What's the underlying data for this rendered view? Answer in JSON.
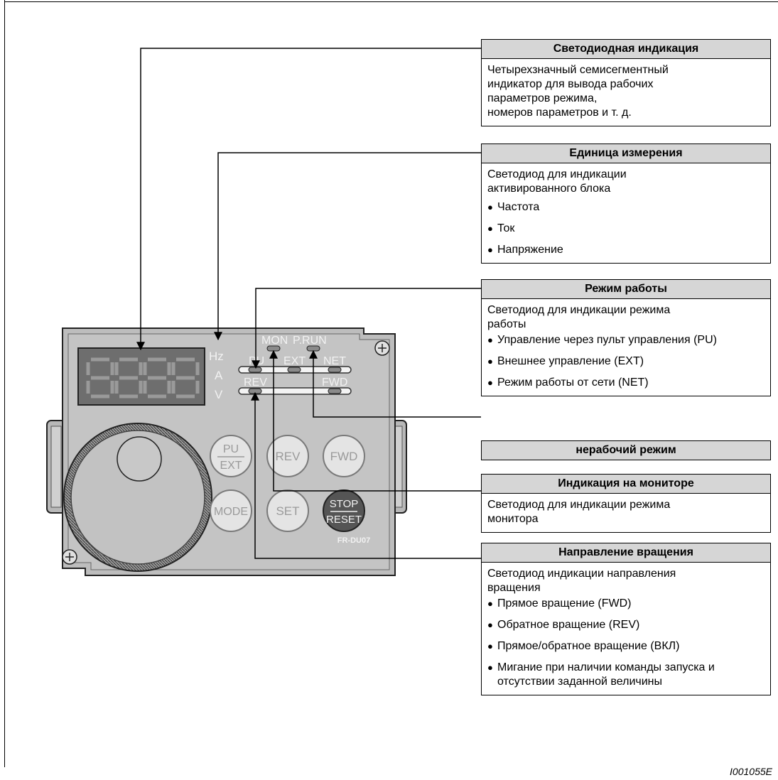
{
  "figure_id": "I001055E",
  "panel": {
    "units": [
      "Hz",
      "A",
      "V"
    ],
    "indicator_labels": [
      "MON",
      "P.RUN",
      "PU",
      "EXT",
      "NET",
      "REV",
      "FWD"
    ],
    "buttons": {
      "pu_ext_top": "PU",
      "pu_ext_bottom": "EXT",
      "rev": "REV",
      "fwd": "FWD",
      "mode": "MODE",
      "set": "SET",
      "stop_reset_top": "STOP",
      "stop_reset_bottom": "RESET"
    },
    "model": "FR-DU07"
  },
  "callouts": [
    {
      "title": "Светодиодная индикация",
      "lines": [
        "Четырехзначный семисегментный",
        "индикатор для вывода рабочих",
        "параметров режима,",
        "номеров параметров и т. д."
      ],
      "bullets": []
    },
    {
      "title": "Единица измерения",
      "lines": [
        "Светодиод для индикации",
        "активированного блока"
      ],
      "bullets": [
        "Частота",
        "Ток",
        "Напряжение"
      ]
    },
    {
      "title": "Режим работы",
      "lines": [
        "Светодиод для индикации режима",
        "работы"
      ],
      "bullets": [
        "Управление через пульт управления (PU)",
        "Внешнее управление (EXT)",
        "Режим работы от сети (NET)"
      ]
    },
    {
      "title": "нерабочий режим",
      "lines": [],
      "bullets": []
    },
    {
      "title": "Индикация на мониторе",
      "lines": [
        "Светодиод для индикации режима",
        "монитора"
      ],
      "bullets": []
    },
    {
      "title": "Направление вращения",
      "lines": [
        "Светодиод индикации направления",
        "вращения"
      ],
      "bullets": [
        "Прямое вращение (FWD)",
        "Обратное вращение (REV)",
        "Прямое/обратное вращение (ВКЛ)",
        "Мигание при наличии команды запуска и отсутствии заданной величины"
      ]
    }
  ]
}
